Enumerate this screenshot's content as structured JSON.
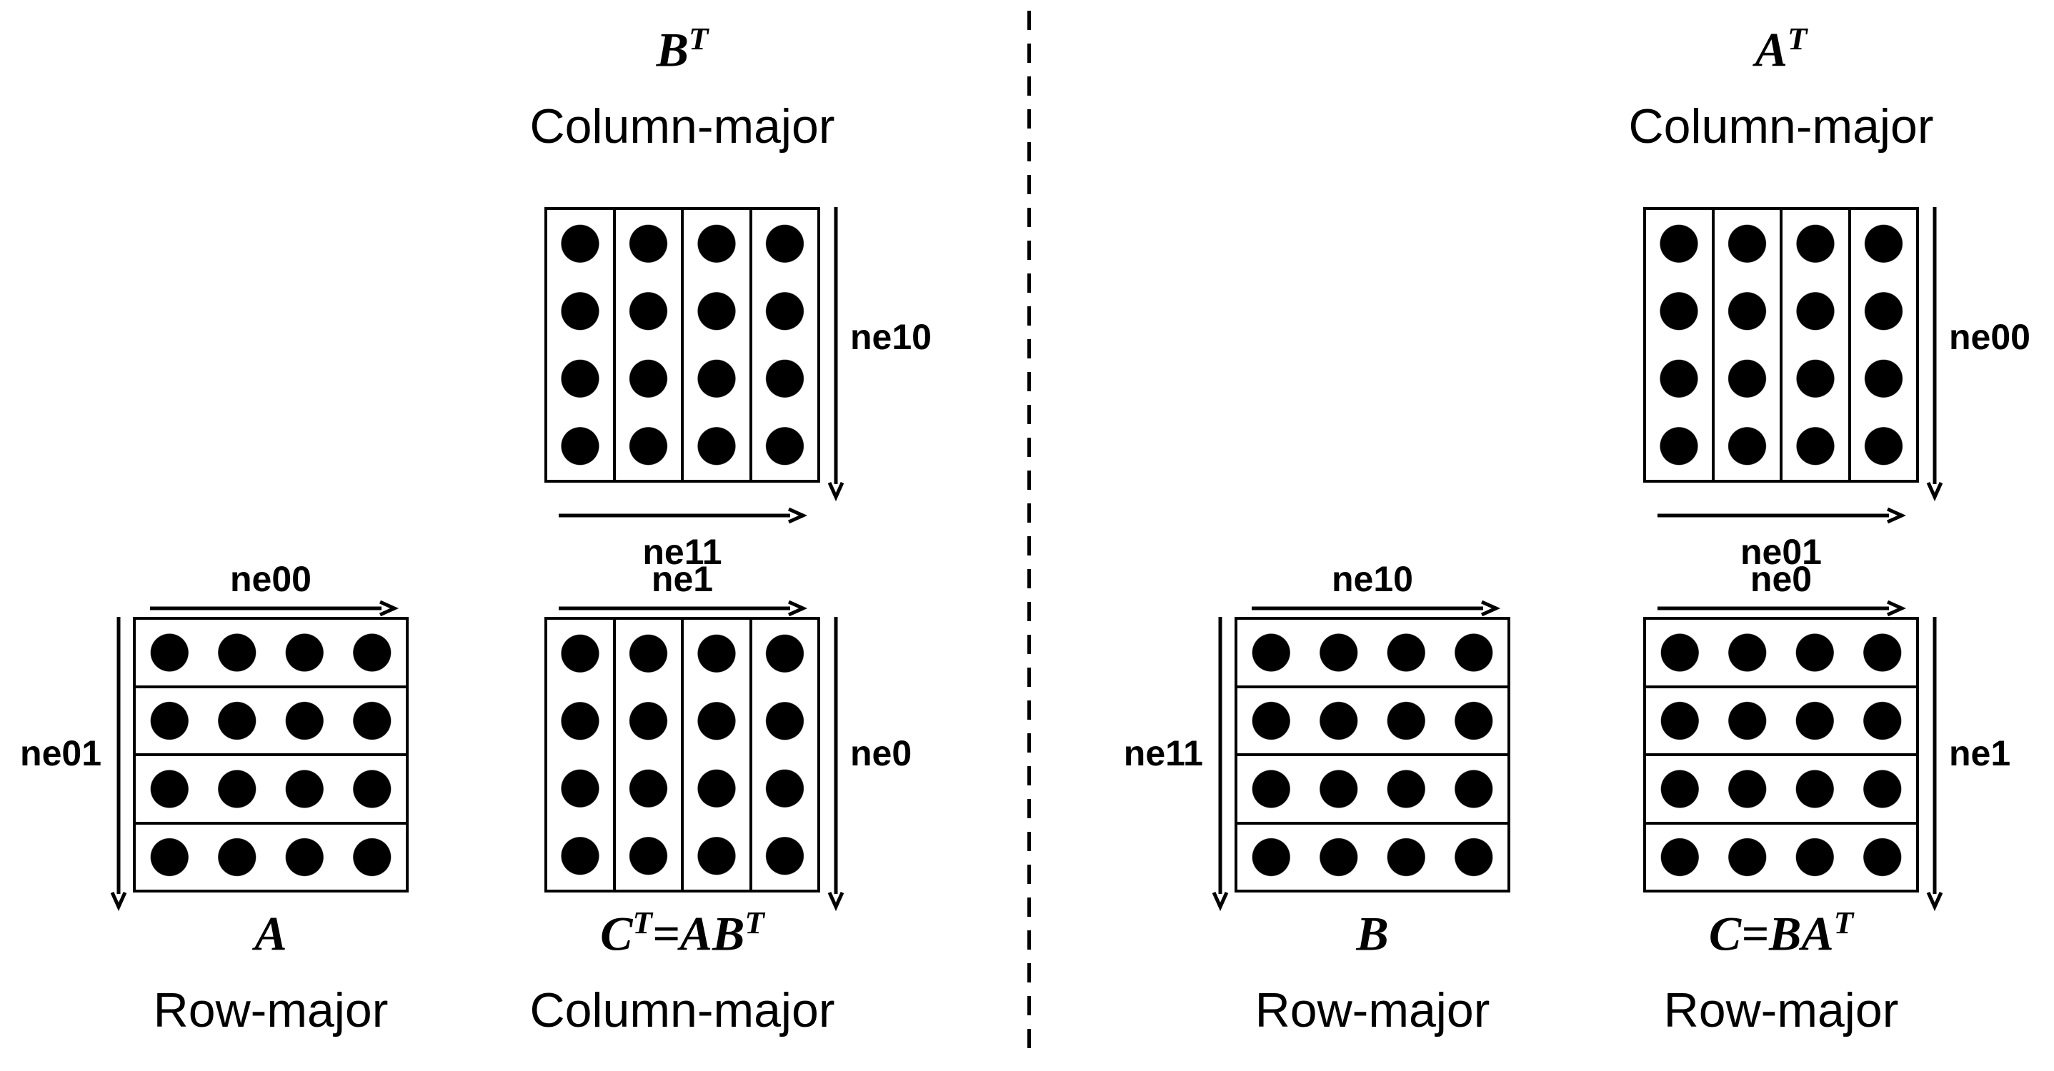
{
  "grid": {
    "rows": 4,
    "cols": 4,
    "dot": "filled-circle"
  },
  "colors": {
    "ink": "#000000",
    "background": "#ffffff"
  },
  "panels": {
    "left": {
      "top_matrix": {
        "title": {
          "s1": "B",
          "p1": "T",
          "s2": "",
          "p2": ""
        },
        "layout": "Column-major",
        "side_dim": "ne10",
        "bottom_dim": "ne11"
      },
      "input_matrix": {
        "title": {
          "s1": "A",
          "p1": "",
          "s2": "",
          "p2": ""
        },
        "layout": "Row-major",
        "top_dim": "ne00",
        "side_dim": "ne01"
      },
      "output_matrix": {
        "title": {
          "s1": "C",
          "p1": "T",
          "s2": "=AB",
          "p2": "T"
        },
        "layout": "Column-major",
        "top_dim": "ne1",
        "side_dim": "ne0"
      }
    },
    "right": {
      "top_matrix": {
        "title": {
          "s1": "A",
          "p1": "T",
          "s2": "",
          "p2": ""
        },
        "layout": "Column-major",
        "side_dim": "ne00",
        "bottom_dim": "ne01"
      },
      "input_matrix": {
        "title": {
          "s1": "B",
          "p1": "",
          "s2": "",
          "p2": ""
        },
        "layout": "Row-major",
        "top_dim": "ne10",
        "side_dim": "ne11"
      },
      "output_matrix": {
        "title": {
          "s1": "C=BA",
          "p1": "T",
          "s2": "",
          "p2": ""
        },
        "layout": "Row-major",
        "top_dim": "ne0",
        "side_dim": "ne1"
      }
    }
  }
}
